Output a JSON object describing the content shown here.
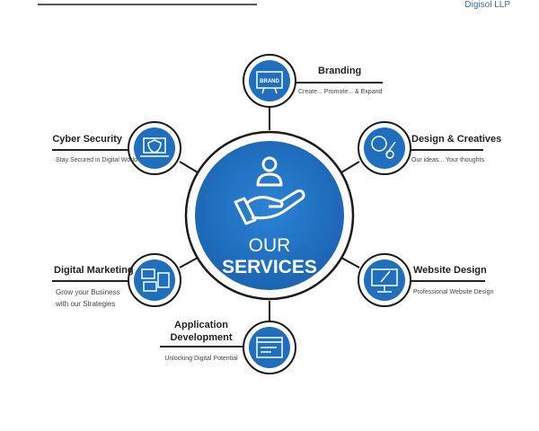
{
  "header": {
    "brand": "Digisol LLP"
  },
  "center": {
    "line1": "OUR",
    "line2": "SERVICES"
  },
  "services": [
    {
      "title": "Branding",
      "subtitle": "Create... Promote... & Expand",
      "icon": "brand-board-icon"
    },
    {
      "title": "Design & Creatives",
      "subtitle": "Our ideas... Your thoughts.",
      "icon": "paint-palette-icon"
    },
    {
      "title": "Website Design",
      "subtitle": "Professional Website Design",
      "icon": "monitor-pen-icon"
    },
    {
      "title_line1": "Application",
      "title_line2": "Development",
      "subtitle": "Unlocking Digital Potential",
      "icon": "code-window-icon"
    },
    {
      "title": "Digital Marketing",
      "subtitle_line1": "Grow your Business",
      "subtitle_line2": "with our Strategies",
      "icon": "media-devices-icon"
    },
    {
      "title": "Cyber Security",
      "subtitle": "Stay Secured in Digital World",
      "icon": "shield-laptop-icon"
    }
  ],
  "brand_icon_text": "BRAND",
  "colors": {
    "blue": "#1f6fc0",
    "dark": "#1a1a1a"
  }
}
